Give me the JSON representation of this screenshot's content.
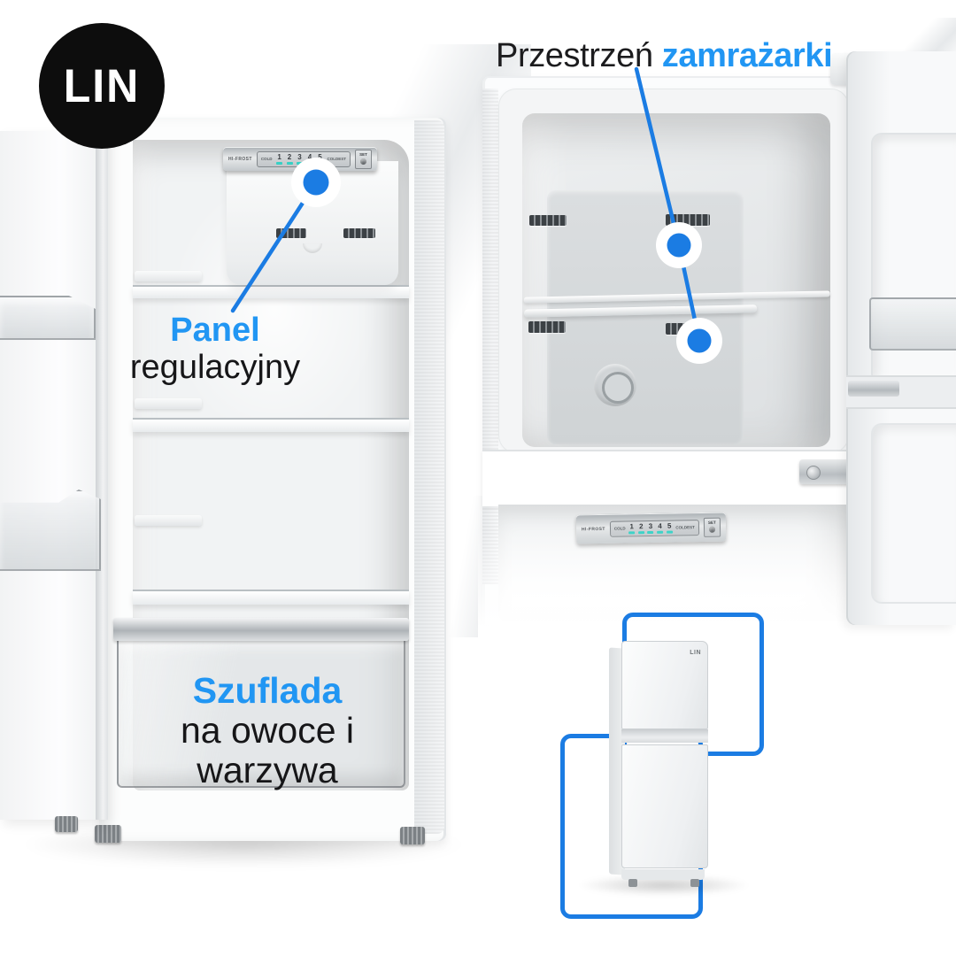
{
  "colors": {
    "accent_blue": "#1b7ce3",
    "highlight_text_blue": "#2196f3",
    "text_black": "#1c1c1e",
    "indicator_cyan": "#35d1c5",
    "logo_bg": "#0d0d0d"
  },
  "logo": {
    "label": "LIN"
  },
  "header": {
    "black_part": "Przestrzeń ",
    "blue_part": "zamrażarki"
  },
  "callouts": {
    "control_panel": {
      "blue_part": "Panel",
      "black_part": "regulacyjny"
    },
    "drawer": {
      "blue_part": "Szuflada",
      "black_part": "na owoce i warzywa"
    }
  },
  "control_panel": {
    "brand": "HI-FROST",
    "min_label": "COLD",
    "levels": [
      "1",
      "2",
      "3",
      "4",
      "5"
    ],
    "max_label": "COLDEST",
    "set_label": "SET"
  },
  "mini_fridge": {
    "logo": "LIN"
  }
}
